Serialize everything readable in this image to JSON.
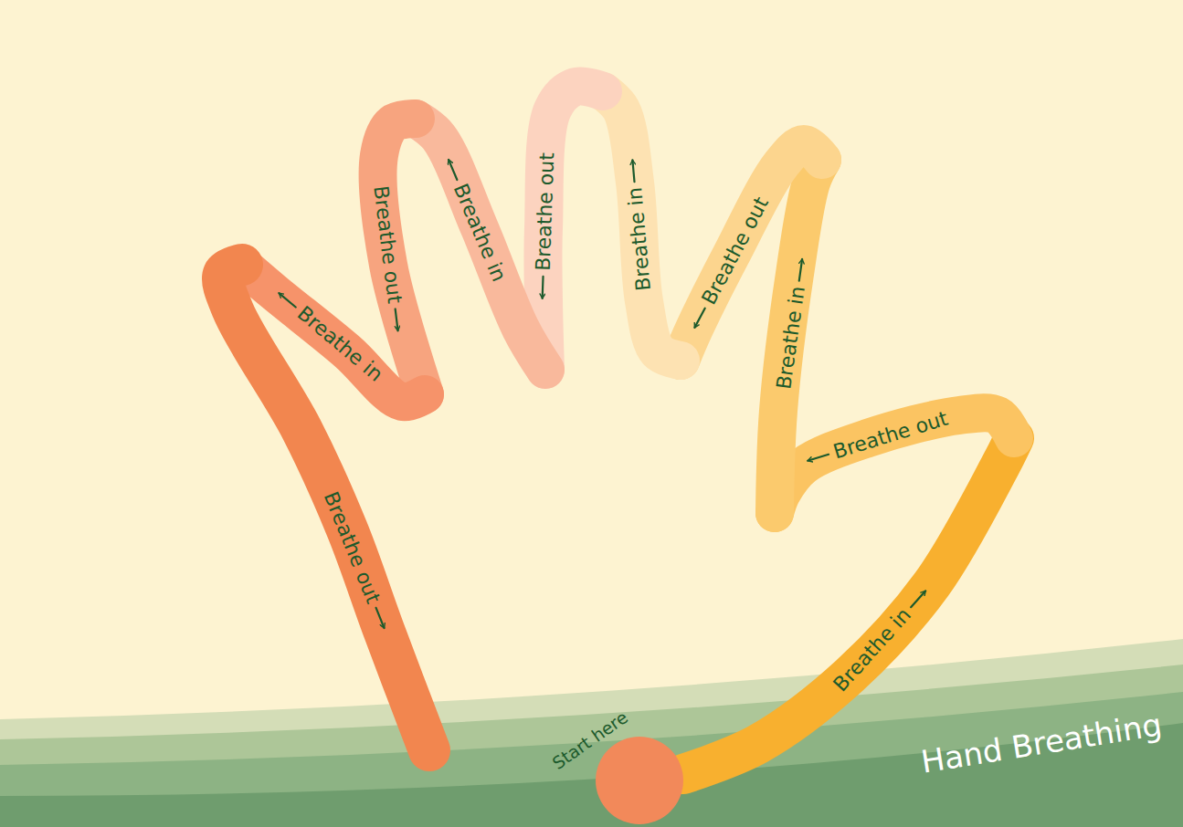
{
  "diagram": {
    "title": "Hand Breathing",
    "nodes": [
      {
        "text": [
          "Start here"
        ]
      }
    ],
    "labels": [
      "Breathe in",
      "Breathe out",
      "Breathe in",
      "Breathe out",
      "Breathe in",
      "Breathe out",
      "Breathe in",
      "Breathe out",
      "Breathe in",
      "Breathe out"
    ]
  }
}
